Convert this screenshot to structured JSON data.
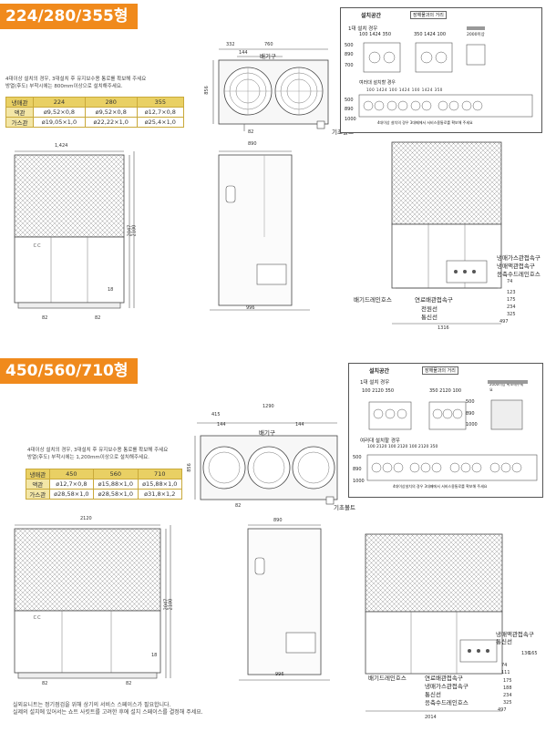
{
  "sections": [
    {
      "title": "224/280/355형",
      "note_lines": [
        "4대이상 설치의 경우, 3대설치 후 유지보수용 통로를 확보해 주세요",
        "방열(후도) 부착시에는 800mm이상으로 설치해주세요."
      ],
      "table": {
        "header": [
          "냉매관",
          "224",
          "280",
          "355"
        ],
        "rows": [
          {
            "label": "액관",
            "values": [
              "ø9,52×0,8",
              "ø9,52×0,8",
              "ø12,7×0,8"
            ]
          },
          {
            "label": "가스관",
            "values": [
              "ø19,05×1,0",
              "ø22,22×1,0",
              "ø25,4×1,0"
            ]
          }
        ]
      },
      "top_dims": {
        "d1": "332",
        "d2": "760",
        "d3": "144",
        "d4": "856",
        "d5": "82"
      },
      "top_labels": {
        "exhaust": "배기구",
        "bolt": "기초볼트"
      },
      "front": {
        "width": "1,424",
        "h1": "2047",
        "h2": "2100",
        "foot": "18",
        "base1": "82",
        "base2": "82",
        "label_dd": "ㄷㄷ"
      },
      "side": {
        "width": "890",
        "depth": "996"
      },
      "rear": {
        "labels": [
          "냉매가스관접속구",
          "냉매액관접속구",
          "응축수드레인호스",
          "배기드레인호스",
          "연료배관접속구",
          "전원선",
          "통신선"
        ],
        "dims": [
          "74",
          "123",
          "175",
          "234",
          "325",
          "497",
          "1316"
        ]
      },
      "install": {
        "title": "설치공간",
        "box_label": "장해물과의 거리",
        "single": "1대 설치 경우",
        "row1_left": [
          "100",
          "1424",
          "350"
        ],
        "row1_right": [
          "350",
          "1424",
          "100"
        ],
        "side_vals": [
          "500",
          "890",
          "700"
        ],
        "obstacle": "2000이상",
        "multi": "여러대 설치할 경우",
        "multi_vals": [
          "100",
          "1424",
          "100",
          "1424",
          "100",
          "1424",
          "350"
        ],
        "multi_side": [
          "500",
          "890",
          "1000"
        ],
        "multi_note": "4대이상 설치의 경우 3대째에서 서비스용통로를 확보해 주세요"
      }
    },
    {
      "title": "450/560/710형",
      "note_lines": [
        "4대이상 설치의 경우, 3대설치 후 유지보수용 통로를 확보해 주세요",
        "방열(후도) 부착시에는 1,200mm이상으로 설치해주세요."
      ],
      "table": {
        "header": [
          "냉매관",
          "450",
          "560",
          "710"
        ],
        "rows": [
          {
            "label": "액관",
            "values": [
              "ø12,7×0,8",
              "ø15,88×1,0",
              "ø15,88×1,0"
            ]
          },
          {
            "label": "가스관",
            "values": [
              "ø28,58×1,0",
              "ø28,58×1,0",
              "ø31,8×1,2"
            ]
          }
        ]
      },
      "top_dims": {
        "d1": "415",
        "d2": "1290",
        "d3": "144",
        "d4": "144",
        "d5": "856",
        "d6": "82"
      },
      "top_labels": {
        "exhaust": "배기구",
        "bolt": "기초볼트"
      },
      "front": {
        "width": "2120",
        "h1": "2047",
        "h2": "2100",
        "foot": "18",
        "base1": "82",
        "base2": "82",
        "label_dd": "ㄷㄷ"
      },
      "side": {
        "width": "890",
        "depth": "996"
      },
      "rear": {
        "labels": [
          "냉매액관접속구",
          "통신선",
          "배기드레인호스",
          "연료배관접속구",
          "냉매가스관접속구",
          "통신선",
          "응축수드레인호스"
        ],
        "dims": [
          "74",
          "111",
          "175",
          "188",
          "234",
          "325",
          "497",
          "2014",
          "136",
          "165"
        ]
      },
      "install": {
        "title": "설치공간",
        "box_label": "장해물과의 거리",
        "single": "1대 설치 경우",
        "row1_left": [
          "100",
          "2120",
          "350"
        ],
        "row1_right": [
          "350",
          "2120",
          "100"
        ],
        "side_vals": [
          "500",
          "890",
          "1000"
        ],
        "obstacle": "2000이상 확보해주세요",
        "multi": "여러대 설치할 경우",
        "multi_vals": [
          "100",
          "2120",
          "100",
          "2120",
          "100",
          "2120",
          "350"
        ],
        "multi_side": [
          "500",
          "890",
          "1000"
        ],
        "multi_note": "4대이상설치의 경우 3대째에서 서비스용통로를 확보해 주세요",
        "mid_label": "통로"
      }
    }
  ],
  "footer_lines": [
    "실외유니트는 정기점검을 위해 상기의 서비스 스페이스가 필요합니다.",
    "실제의 설치에 있어서는 쇼트 사킷트를 고려한 후에 설치 스페이스를 결정해 주세요."
  ]
}
